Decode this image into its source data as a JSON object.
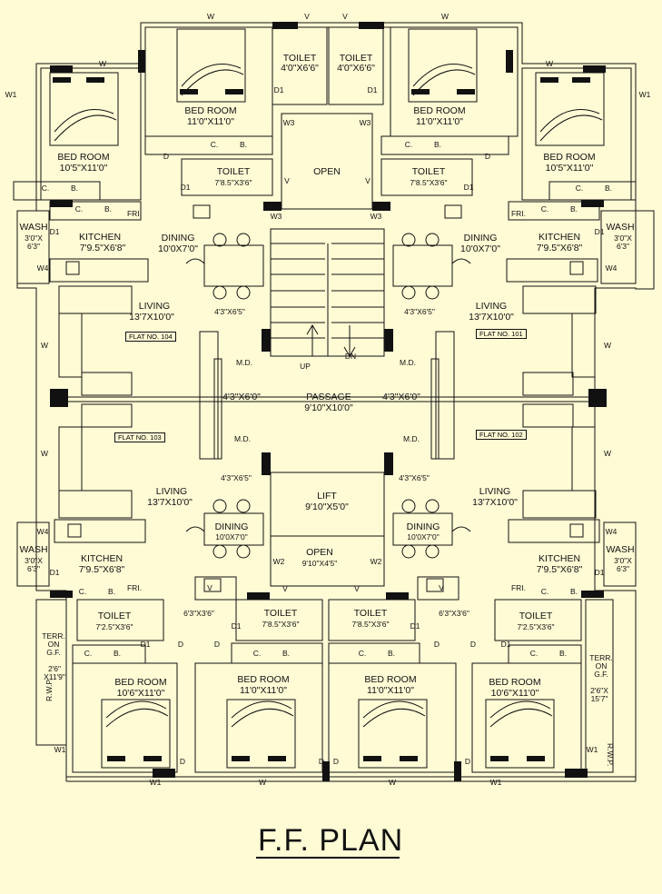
{
  "title": "F.F. PLAN",
  "flats": [
    "FLAT NO. 104",
    "FLAT NO. 101",
    "FLAT NO. 103",
    "FLAT NO. 102"
  ],
  "rooms": {
    "bedroom_label": "BED ROOM",
    "toilet_label": "TOILET",
    "kitchen_label": "KITCHEN",
    "dining_label": "DINING",
    "living_label": "LIVING",
    "wash_label": "WASH",
    "open_label": "OPEN",
    "passage_label": "PASSAGE",
    "lift_label": "LIFT",
    "terr_label": "TERR. ON G.F."
  },
  "dims": {
    "top_toilet": "4'0\"X6'6\"",
    "top_bed_inner": "11'0\"X11'0\"",
    "top_bed_outer": "10'5\"X11'0\"",
    "top_toilet_side": "7'8.5\"X3'6\"",
    "wash": "3'0\"X 6'3\"",
    "kitchen": "7'9.5\"X6'8\"",
    "dining": "10'0X7'0\"",
    "living": "13'7X10'0\"",
    "lobby_6_5": "4'3\"X6'5\"",
    "lobby_6_0": "4'3\"X6'0\"",
    "passage": "9'10\"X10'0\"",
    "lift": "9'10\"X5'0\"",
    "open_bottom": "9'10\"X4'5\"",
    "dining_bottom": "10'0X7'0\"",
    "bot_toilet_mid": "7'8.5\"X3'6\"",
    "bot_toilet_side": "7'2.5\"X3'6\"",
    "bot_shaft": "6'3\"X3'6\"",
    "bot_bed_outer": "10'6\"X11'0\"",
    "bot_bed_inner": "11'0\"X11'0\"",
    "terr_left": "2'6\" X11'9\"",
    "terr_right": "2'6\"X 15'7\""
  },
  "marks": {
    "w": "W",
    "w1": "W1",
    "w2": "W2",
    "w3": "W3",
    "w4": "W4",
    "v": "V",
    "d": "D",
    "d1": "D1",
    "md": "M.D.",
    "c": "C.",
    "b": "B.",
    "fri": "FRI.",
    "up": "UP",
    "dn": "DN",
    "rwp": "R.W.P."
  },
  "colors": {
    "background": "#fffbd5",
    "line": "#111111",
    "fill": "#111111"
  }
}
